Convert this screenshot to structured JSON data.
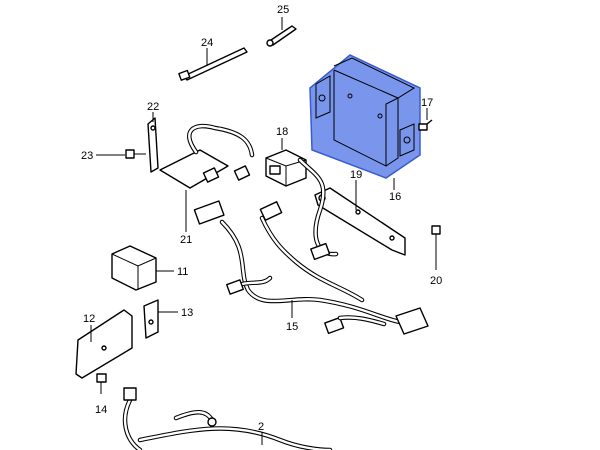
{
  "diagram": {
    "highlight_color": "#5b7fe8",
    "callouts": {
      "p2": "2",
      "p11": "11",
      "p12": "12",
      "p13": "13",
      "p14": "14",
      "p15": "15",
      "p16": "16",
      "p17": "17",
      "p18": "18",
      "p19": "19",
      "p20": "20",
      "p21": "21",
      "p22": "22",
      "p23": "23",
      "p24": "24",
      "p25": "25"
    }
  }
}
